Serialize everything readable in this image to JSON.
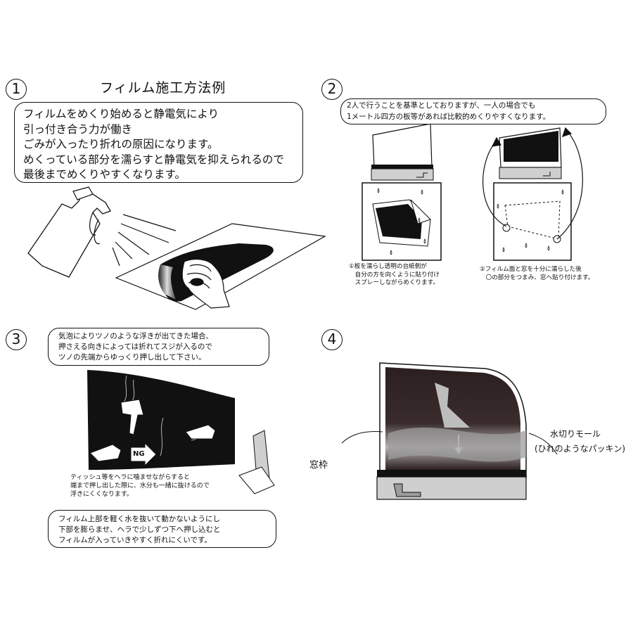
{
  "steps": {
    "s1": {
      "number": "1",
      "title": "フィルム施工方法例",
      "bubble": [
        "フィルムをめくり始めると静電気により",
        "引っ付き合う力が働き",
        "ごみが入ったり折れの原因になります。",
        "めくっている部分を濡らすと静電気を抑えられるので",
        "最後までめくりやすくなります。"
      ]
    },
    "s2": {
      "number": "2",
      "bubble": [
        "2人で行うことを基準としておりますが、一人の場合でも",
        "1メートル四方の板等があれば比較的めくりやすくなります。"
      ],
      "caption_left": [
        "①板を濡らし透明の台紙側が",
        "　自分の方を向くように貼り付け",
        "　スプレーしながらめくります。"
      ],
      "caption_right": [
        "②フィルム面と窓を十分に濡らした後",
        "　〇の部分をつまみ、窓へ貼り付けます。"
      ]
    },
    "s3": {
      "number": "3",
      "bubble": [
        "気泡によりツノのような浮きが出てきた場合、",
        "押さえる向きによっては折れてスジが入るので",
        "ツノの先端からゆっくり押し出して下さい。"
      ],
      "ng_label": "NG",
      "caption": [
        "ティッシュ等をヘラに噛ませながらすると",
        "端まで押し出した際に、水分も一緒に抜けるので",
        "浮きにくくなります。"
      ],
      "bottom_bubble": [
        "フィルム上部を軽く水を抜いて動かないようにし",
        "下部を膨らませ、ヘラで少しずつ下へ押し込むと",
        "フィルムが入っていきやすく折れにくいです。"
      ]
    },
    "s4": {
      "number": "4",
      "label_frame": "窓枠",
      "label_molding": "水切りモール",
      "label_molding_sub": "(ひれのようなパッキン)"
    }
  },
  "colors": {
    "ink": "#111111",
    "film": "#2b1f1f",
    "gray": "#9c9c9c",
    "light_gray": "#cfcfcf"
  }
}
